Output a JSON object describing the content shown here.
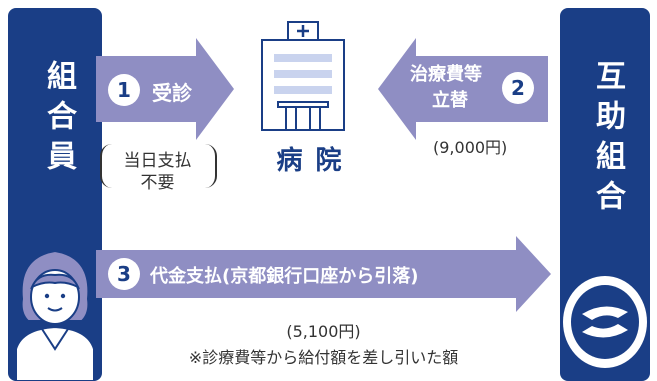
{
  "left_panel": {
    "label": "組合員"
  },
  "right_panel": {
    "label": "互助組合"
  },
  "hospital": {
    "label": "病 院"
  },
  "step1": {
    "number": "1",
    "label": "受診"
  },
  "step1_note": {
    "line1": "当日支払",
    "line2": "不要"
  },
  "step2": {
    "number": "2",
    "label_line1": "治療費等",
    "label_line2": "立替"
  },
  "step2_amount": "(9,000円)",
  "step3": {
    "number": "3",
    "label": "代金支払(京都銀行口座から引落)"
  },
  "step3_amount": "(5,100円)",
  "step3_note": "※診療費等から給付額を差し引いた額",
  "colors": {
    "panel": "#1a3e86",
    "arrow": "#8f8ec3",
    "hospital_stroke": "#1a3e86",
    "hospital_fill": "#c9d3ee"
  }
}
